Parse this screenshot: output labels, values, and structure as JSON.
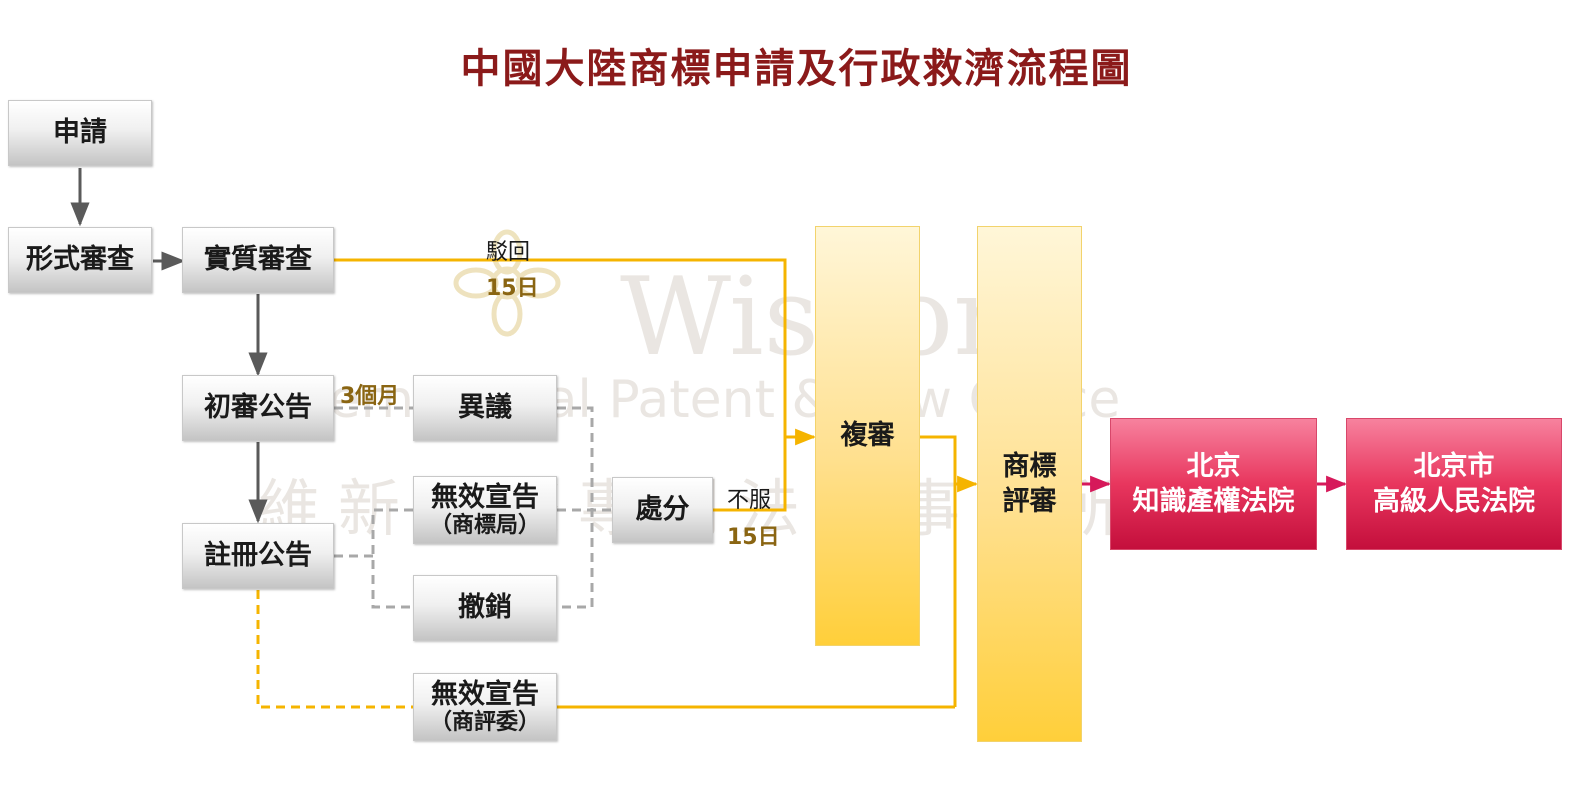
{
  "title": "中國大陸商標申請及行政救濟流程圖",
  "watermark": {
    "line1": "Wisdom",
    "line2": "International Patent & Law Office",
    "line3": "維新國際專利法律事務所"
  },
  "nodes": {
    "apply": "申請",
    "formal_exam": "形式審查",
    "substantive_exam": "實質審查",
    "prelim_publication": "初審公告",
    "opposition": "異議",
    "invalidation_tmo_line1": "無效宣告",
    "invalidation_tmo_line2": "（商標局）",
    "disposition": "處分",
    "registration_publication": "註冊公告",
    "revocation": "撤銷",
    "invalidation_trab_line1": "無效宣告",
    "invalidation_trab_line2": "（商評委）",
    "review": "複審",
    "trab_line1": "商標",
    "trab_line2": "評審",
    "ip_court_line1": "北京",
    "ip_court_line2": "知識產權法院",
    "high_court_line1": "北京市",
    "high_court_line2": "高級人民法院"
  },
  "labels": {
    "rejection": "駁回",
    "rejection_days": "15日",
    "opposition_period": "3個月",
    "dissatisfied": "不服",
    "dissatisfied_days": "15日"
  },
  "colors": {
    "title": "#8b1a1a",
    "gray_arrow": "#5a5a5a",
    "gray_dashed": "#a8a8a8",
    "yellow_line": "#f5b400",
    "red_arrow": "#d6195a",
    "label_gold": "#8a6512"
  }
}
